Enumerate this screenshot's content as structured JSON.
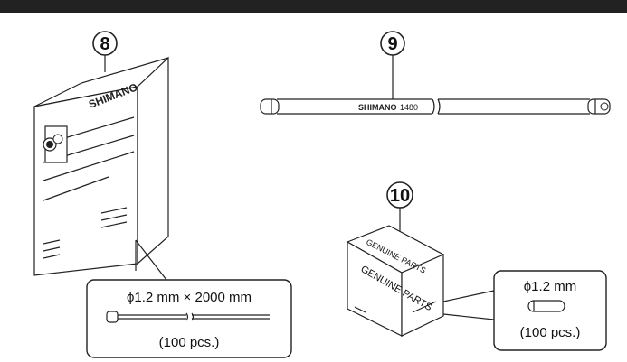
{
  "callouts": {
    "item8": "8",
    "item9": "9",
    "item10": "10"
  },
  "brand": {
    "logo": "SHIMANO",
    "wordmark": "SHIMANO"
  },
  "inner_cable": {
    "cable_number": "1480"
  },
  "box_small": {
    "genuine_parts": "GENUINE PARTS"
  },
  "detail_inner_cable": {
    "size": "ϕ1.2 mm × 2000 mm",
    "quantity": "(100 pcs.)"
  },
  "detail_end_cap": {
    "size": "ϕ1.2 mm",
    "quantity": "(100 pcs.)"
  },
  "colors": {
    "top_bar": "#222222",
    "line": "#222222",
    "background": "#ffffff"
  },
  "icons": [
    "cable-box",
    "shift-inner-cable",
    "parts-box",
    "cable-end-cap"
  ]
}
